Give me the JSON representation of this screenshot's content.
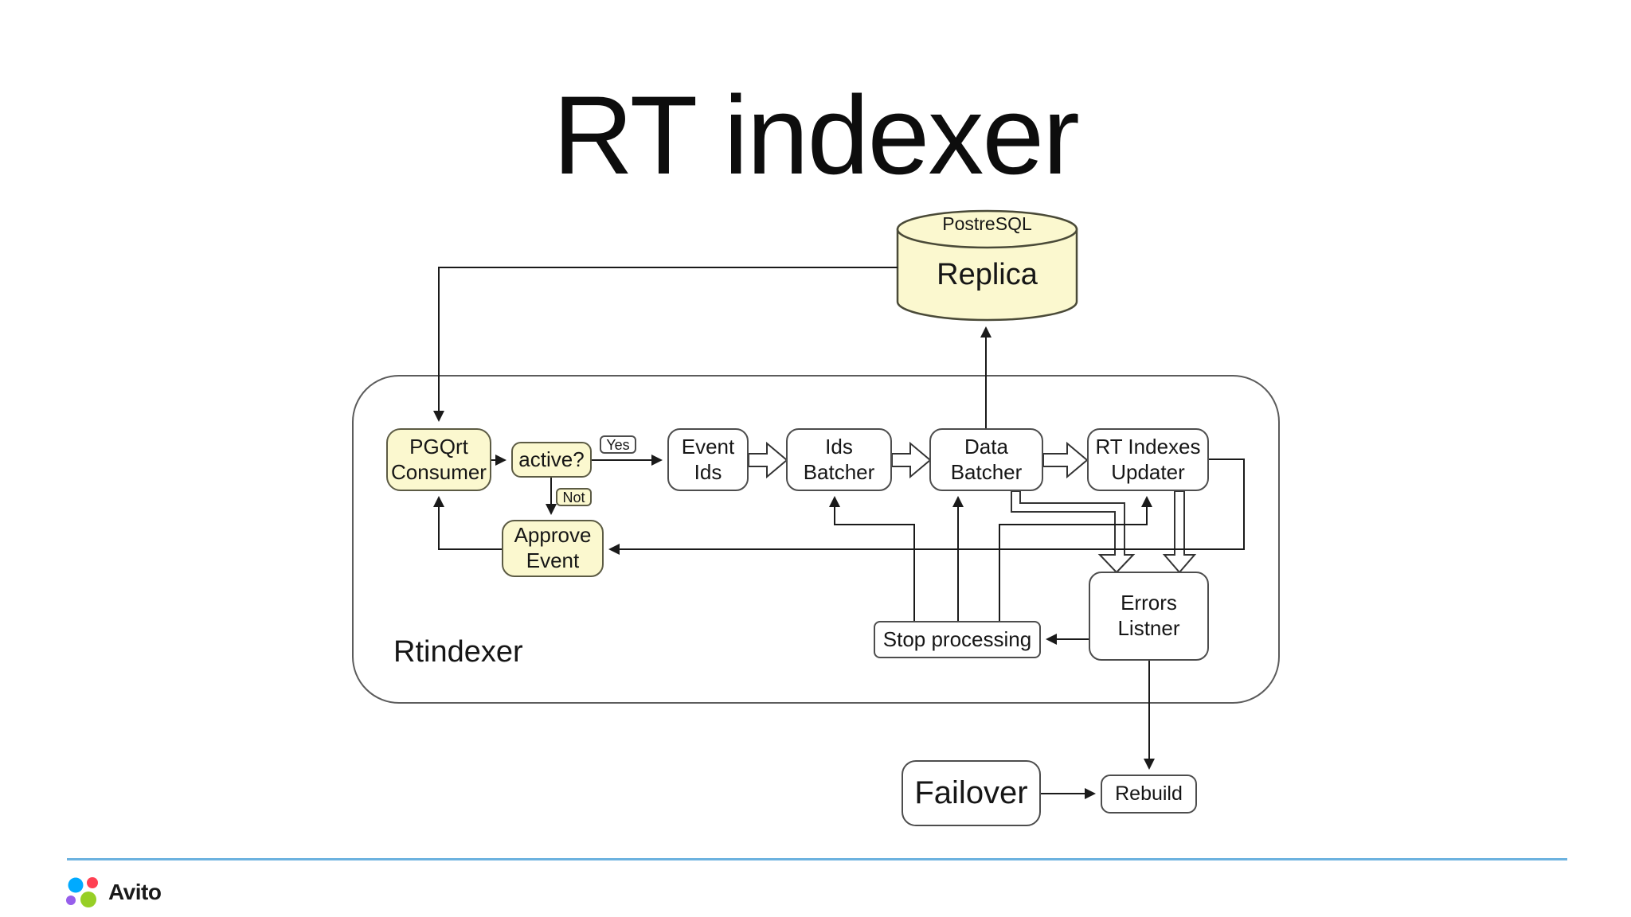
{
  "title": "RT indexer",
  "database": {
    "engine": "PostreSQL",
    "name": "Replica"
  },
  "container": {
    "label": "Rtindexer"
  },
  "nodes": {
    "pgqrt_consumer": {
      "label": "PGQrt\nConsumer"
    },
    "active_check": {
      "label": "active?"
    },
    "approve_event": {
      "label": "Approve\nEvent"
    },
    "event_ids": {
      "label": "Event\nIds"
    },
    "ids_batcher": {
      "label": "Ids\nBatcher"
    },
    "data_batcher": {
      "label": "Data\nBatcher"
    },
    "rt_indexes_updater": {
      "label": "RT Indexes\nUpdater"
    },
    "stop_processing": {
      "label": "Stop processing"
    },
    "errors_listner": {
      "label": "Errors\nListner"
    },
    "failover": {
      "label": "Failover"
    },
    "rebuild": {
      "label": "Rebuild"
    }
  },
  "edge_labels": {
    "yes": "Yes",
    "not": "Not"
  },
  "edges": [
    {
      "from": "Replica",
      "to": "PGQrt Consumer",
      "style": "thin-arrow"
    },
    {
      "from": "Data Batcher",
      "to": "Replica",
      "style": "thin-arrow"
    },
    {
      "from": "PGQrt Consumer",
      "to": "active?",
      "style": "thin-arrow"
    },
    {
      "from": "active?",
      "to": "Event Ids",
      "label": "Yes",
      "style": "thin-arrow"
    },
    {
      "from": "active?",
      "to": "Approve Event",
      "label": "Not",
      "style": "thin-arrow"
    },
    {
      "from": "Approve Event",
      "to": "PGQrt Consumer",
      "style": "thin-arrow"
    },
    {
      "from": "RT Indexes Updater",
      "to": "Approve Event",
      "style": "thin-arrow"
    },
    {
      "from": "Event Ids",
      "to": "Ids Batcher",
      "style": "block-arrow"
    },
    {
      "from": "Ids Batcher",
      "to": "Data Batcher",
      "style": "block-arrow"
    },
    {
      "from": "Data Batcher",
      "to": "RT Indexes Updater",
      "style": "block-arrow"
    },
    {
      "from": "Stop processing",
      "to": "Ids Batcher",
      "style": "thin-arrow"
    },
    {
      "from": "Stop processing",
      "to": "Data Batcher",
      "style": "thin-arrow"
    },
    {
      "from": "Stop processing",
      "to": "RT Indexes Updater",
      "style": "thin-arrow"
    },
    {
      "from": "Data Batcher",
      "to": "Errors Listner",
      "style": "hollow-block-arrow"
    },
    {
      "from": "RT Indexes Updater",
      "to": "Errors Listner",
      "style": "hollow-block-arrow"
    },
    {
      "from": "Errors Listner",
      "to": "Stop processing",
      "style": "thin-arrow"
    },
    {
      "from": "Errors Listner",
      "to": "Rebuild",
      "style": "thin-arrow"
    },
    {
      "from": "Failover",
      "to": "Rebuild",
      "style": "thin-arrow"
    }
  ],
  "footer": {
    "brand": "Avito"
  },
  "colors": {
    "node_yellow_fill": "#fbf8cf",
    "node_yellow_stroke": "#5c5b44",
    "node_white_stroke": "#4d4d4d",
    "connector": "#1a1a1a",
    "divider_blue": "#6cb2df",
    "avito_blue": "#00aaff",
    "avito_red": "#ff4053",
    "avito_purple": "#965eeb",
    "avito_green": "#97cf26"
  }
}
